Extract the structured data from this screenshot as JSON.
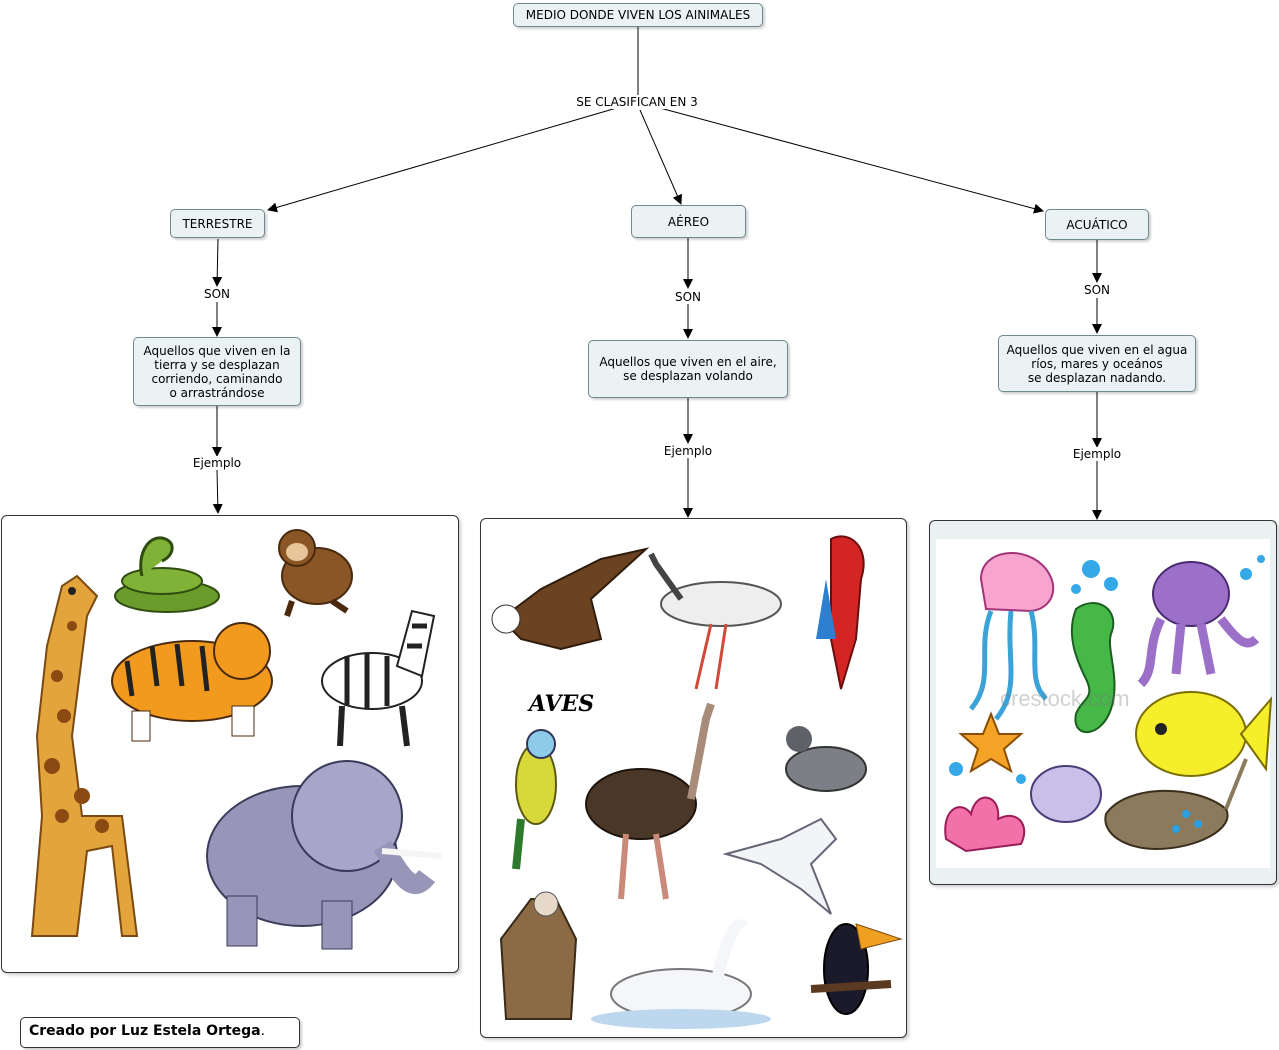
{
  "nodes": {
    "root": "MEDIO DONDE VIVEN LOS AINIMALES",
    "terrestre": "TERRESTRE",
    "aereo": "AÉREO",
    "acuatico": "ACUÁTICO",
    "terrestre_desc": [
      "Aquellos que viven en la",
      "tierra y se desplazan",
      "corriendo, caminando",
      "o arrastrándose"
    ],
    "aereo_desc": [
      "Aquellos que viven en el aire,",
      "se desplazan volando"
    ],
    "acuatico_desc": [
      "Aquellos que viven en el agua",
      "ríos, mares y oceános",
      "se desplazan nadando."
    ]
  },
  "links": {
    "clasifican": "SE CLASIFICAN EN 3",
    "son": "SON",
    "ejemplo": "Ejemplo"
  },
  "images": {
    "terrestre": [
      "giraffe",
      "snake",
      "monkey",
      "tiger",
      "zebra",
      "elephant"
    ],
    "aereo": [
      "eagle",
      "stork",
      "parrot",
      "parakeet",
      "ostrich",
      "pigeon",
      "seagull",
      "vulture",
      "swan",
      "toucan"
    ],
    "acuatico": [
      "jellyfish",
      "seahorse",
      "octopus",
      "starfish",
      "clam",
      "yellow-fish",
      "coral",
      "stingray",
      "bubbles"
    ]
  },
  "aves_label": "AVES",
  "watermark": "crestock.com",
  "credit": "Creado por Luz Estela Ortega",
  "credit_suffix": ".",
  "colors": {
    "node_fill": "#eaf2f3",
    "node_border": "#6f8a8f"
  }
}
